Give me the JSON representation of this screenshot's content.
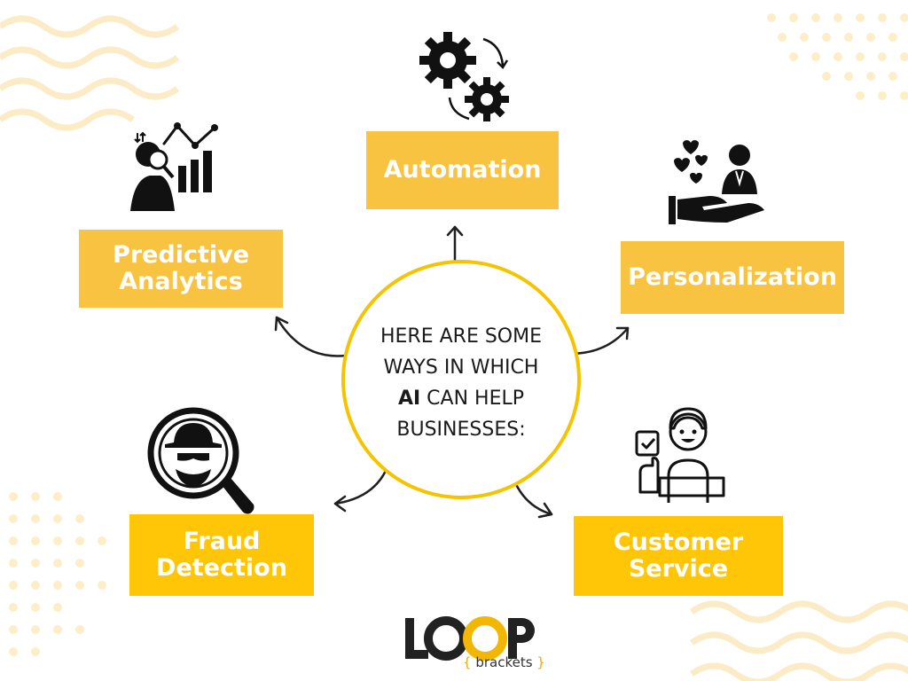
{
  "colors": {
    "accent_light": "#f9c342",
    "accent_strong": "#ffc607",
    "ink": "#1a1a1a",
    "circle": "#f5c400"
  },
  "center": {
    "line1": "HERE ARE SOME",
    "line2": "WAYS IN WHICH",
    "line3_bold": "AI",
    "line3_rest": " CAN HELP",
    "line4": "BUSINESSES:"
  },
  "nodes": {
    "automation": {
      "label": "Automation",
      "icon": "gears-icon"
    },
    "predictive": {
      "label": "Predictive\nAnalytics",
      "icon": "analyst-chart-icon"
    },
    "personalization": {
      "label": "Personalization",
      "icon": "hand-hearts-person-icon"
    },
    "fraud": {
      "label": "Fraud\nDetection",
      "icon": "magnifier-spy-icon"
    },
    "customer": {
      "label": "Customer\nService",
      "icon": "support-agent-icon"
    }
  },
  "logo": {
    "word": "LOOP",
    "sub_open": "{",
    "sub_text": " brackets ",
    "sub_close": "}"
  }
}
